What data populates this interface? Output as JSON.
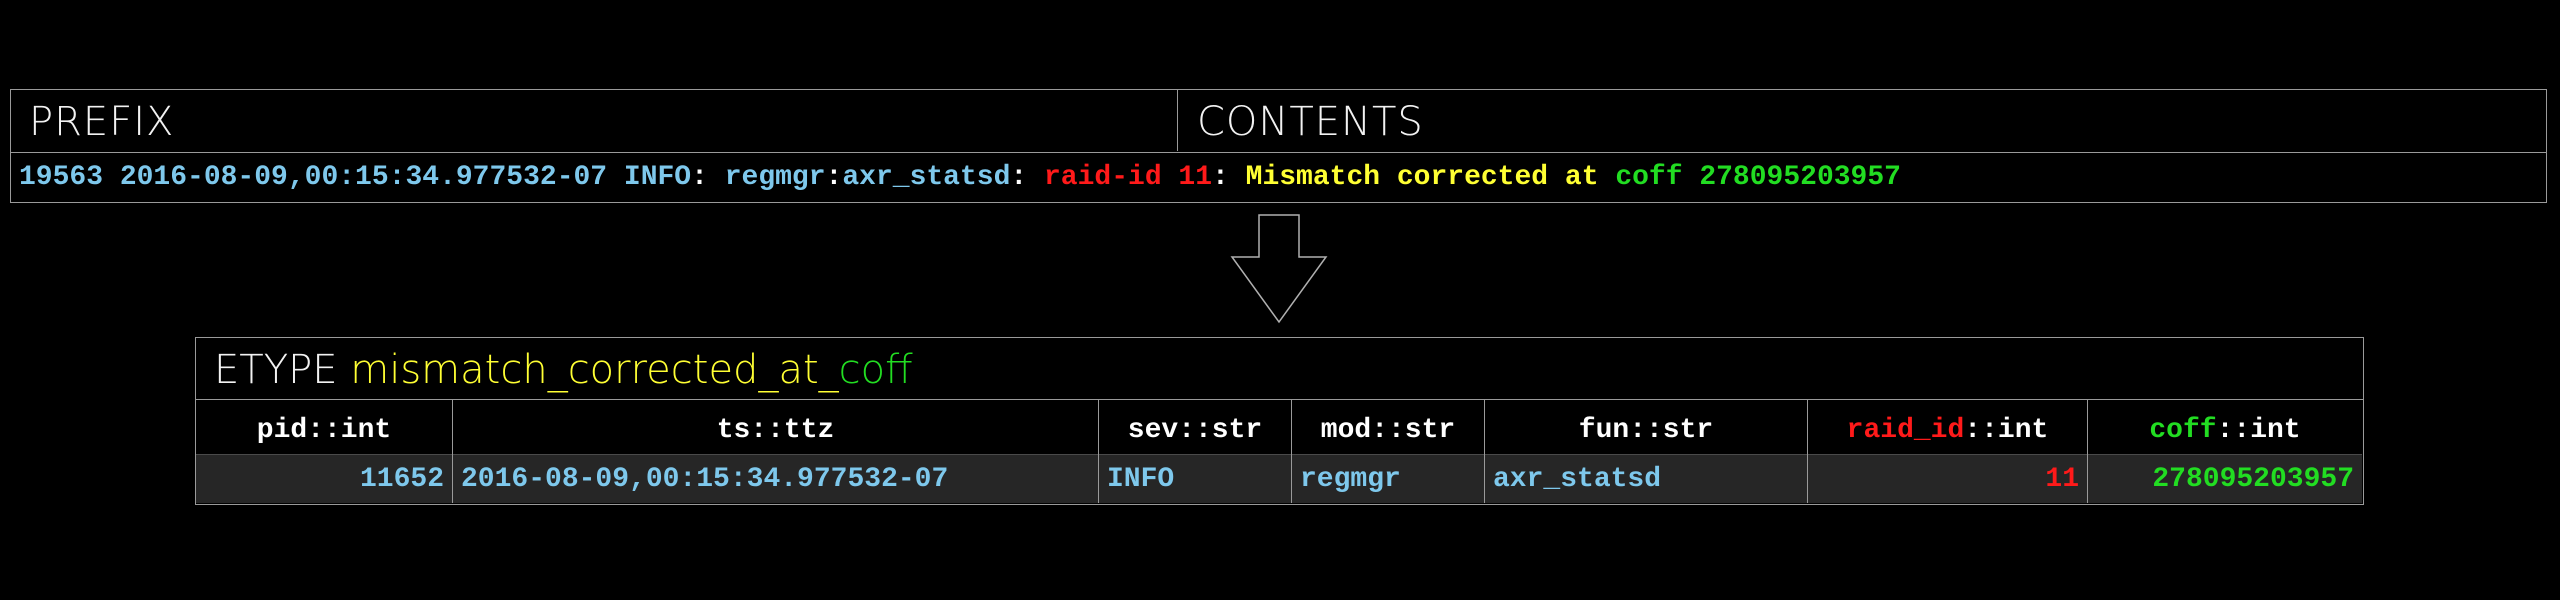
{
  "top_table": {
    "prefix_header": "PREFIX",
    "contents_header": "CONTENTS",
    "log_line": [
      {
        "text": "19563 2016-08-09,00:15:34.977532-07 INFO",
        "color": "#7ec8ec"
      },
      {
        "text": ": ",
        "color": "#ffffff"
      },
      {
        "text": "regmgr",
        "color": "#7ec8ec"
      },
      {
        "text": ":",
        "color": "#ffffff"
      },
      {
        "text": "axr_statsd",
        "color": "#7ec8ec"
      },
      {
        "text": ": ",
        "color": "#ffffff"
      },
      {
        "text": "raid-id 11",
        "color": "#ff1a1a"
      },
      {
        "text": ": ",
        "color": "#ffffff"
      },
      {
        "text": "Mismatch corrected at ",
        "color": "#ffff33"
      },
      {
        "text": "coff 278095203957",
        "color": "#22dd22"
      }
    ]
  },
  "etype": {
    "label": "ETYPE",
    "name_main": "mismatch_corrected_at_",
    "name_suffix": "coff",
    "columns": [
      {
        "name": "pid",
        "type": "::int",
        "name_color": "#ffffff",
        "value": "11652",
        "value_color": "#7ec8ec",
        "align": "right"
      },
      {
        "name": "ts",
        "type": "::ttz",
        "name_color": "#ffffff",
        "value": "2016-08-09,00:15:34.977532-07",
        "value_color": "#7ec8ec",
        "align": "left"
      },
      {
        "name": "sev",
        "type": "::str",
        "name_color": "#ffffff",
        "value": "INFO",
        "value_color": "#7ec8ec",
        "align": "left"
      },
      {
        "name": "mod",
        "type": "::str",
        "name_color": "#ffffff",
        "value": "regmgr",
        "value_color": "#7ec8ec",
        "align": "left"
      },
      {
        "name": "fun",
        "type": "::str",
        "name_color": "#ffffff",
        "value": "axr_statsd",
        "value_color": "#7ec8ec",
        "align": "left"
      },
      {
        "name": "raid_id",
        "type": "::int",
        "name_color": "#ff1a1a",
        "value": "11",
        "value_color": "#ff1a1a",
        "align": "right"
      },
      {
        "name": "coff",
        "type": "::int",
        "name_color": "#22dd22",
        "value": "278095203957",
        "value_color": "#22dd22",
        "align": "right"
      }
    ]
  },
  "colors": {
    "background": "#000000",
    "border": "#9a9a9a",
    "row_fill": "#262626",
    "name_yellow": "#ffff33",
    "name_green": "#22dd22"
  }
}
